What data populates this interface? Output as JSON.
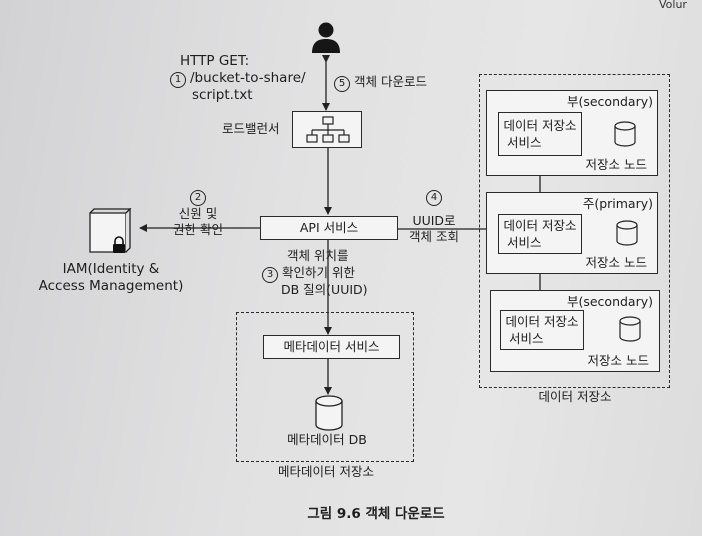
{
  "corner_text": "Volur",
  "client": {
    "request_label_1": "HTTP GET:",
    "request_num": "1",
    "request_label_2": "/bucket-to-share/",
    "request_label_3": "script.txt",
    "download_num": "5",
    "download_label": "객체 다운로드"
  },
  "load_balancer": {
    "label": "로드밸런서"
  },
  "auth": {
    "num": "2",
    "line1": "신원 및",
    "line2": "권한 확인"
  },
  "iam": {
    "line1": "IAM(Identity &",
    "line2": "Access Management)"
  },
  "api_service": {
    "label": "API 서비스"
  },
  "lookup": {
    "num": "4",
    "line1": "UUID로",
    "line2": "객체 조회"
  },
  "query": {
    "line1": "객체 위치를",
    "num": "3",
    "line2": "확인하기 위한",
    "line3": "DB 질의(UUID)"
  },
  "metadata": {
    "service_label": "메타데이터 서비스",
    "db_label": "메타데이터 DB",
    "store_label": "메타데이터 저장소"
  },
  "data_store": {
    "outer_label": "데이터 저장소",
    "nodes": [
      {
        "role": "부(secondary)",
        "service_line1": "데이터 저장소",
        "service_line2": "서비스",
        "node_label": "저장소 노드"
      },
      {
        "role": "주(primary)",
        "service_line1": "데이터 저장소",
        "service_line2": "서비스",
        "node_label": "저장소 노드"
      },
      {
        "role": "부(secondary)",
        "service_line1": "데이터 저장소",
        "service_line2": "서비스",
        "node_label": "저장소 노드"
      }
    ]
  },
  "caption": "그림 9.6 객체 다운로드",
  "icons": [
    "user-icon",
    "hierarchy-icon",
    "lock-icon",
    "database-icon"
  ]
}
